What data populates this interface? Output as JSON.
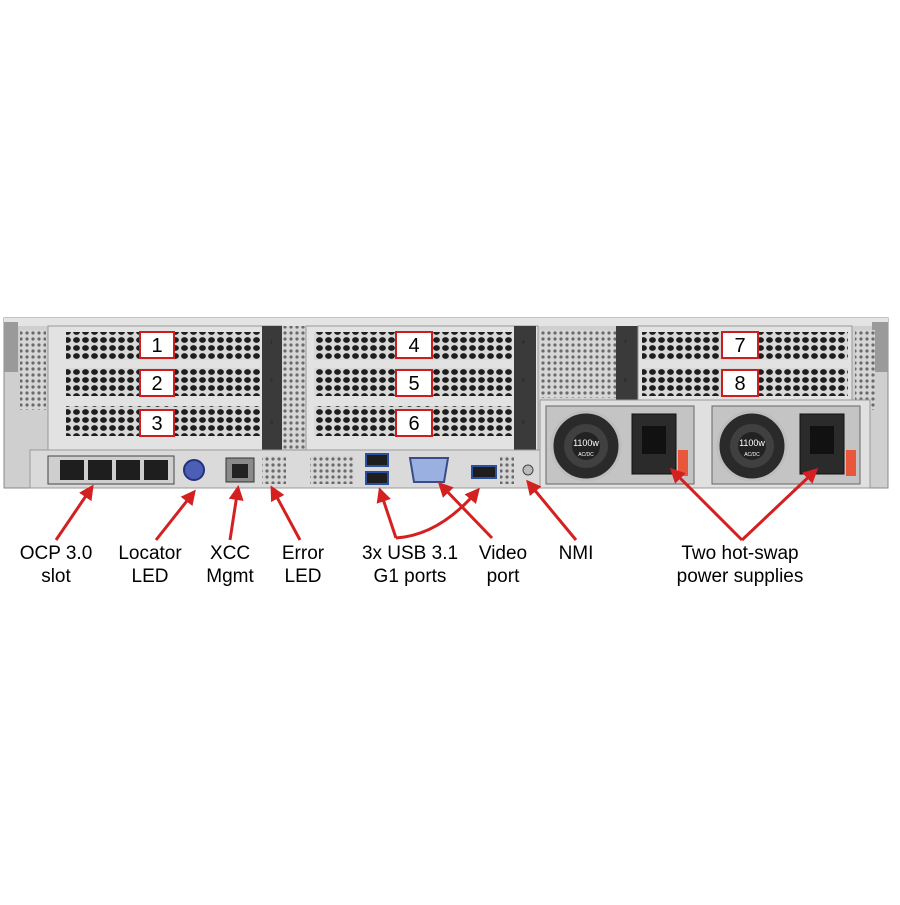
{
  "slots": [
    "1",
    "2",
    "3",
    "4",
    "5",
    "6",
    "7",
    "8"
  ],
  "slot_side_labels": [
    "1",
    "2",
    "3",
    "4",
    "5",
    "6",
    "7",
    "8"
  ],
  "psu_rating": [
    "1100w",
    "1100w"
  ],
  "psu_sub": [
    "AC/DC",
    "AC/DC"
  ],
  "callouts": {
    "ocp": [
      "OCP 3.0",
      "slot"
    ],
    "locator": [
      "Locator",
      "LED"
    ],
    "xcc": [
      "XCC",
      "Mgmt"
    ],
    "error": [
      "Error",
      "LED"
    ],
    "usb": [
      "3x USB 3.1",
      "G1 ports"
    ],
    "video": [
      "Video",
      "port"
    ],
    "nmi": [
      "NMI"
    ],
    "psu": [
      "Two hot-swap",
      "power supplies"
    ]
  },
  "colors": {
    "callout": "#d42020",
    "chassis": "#c9c9c9",
    "grille": "#2a2a2a",
    "psu": "#3a3a3a"
  }
}
